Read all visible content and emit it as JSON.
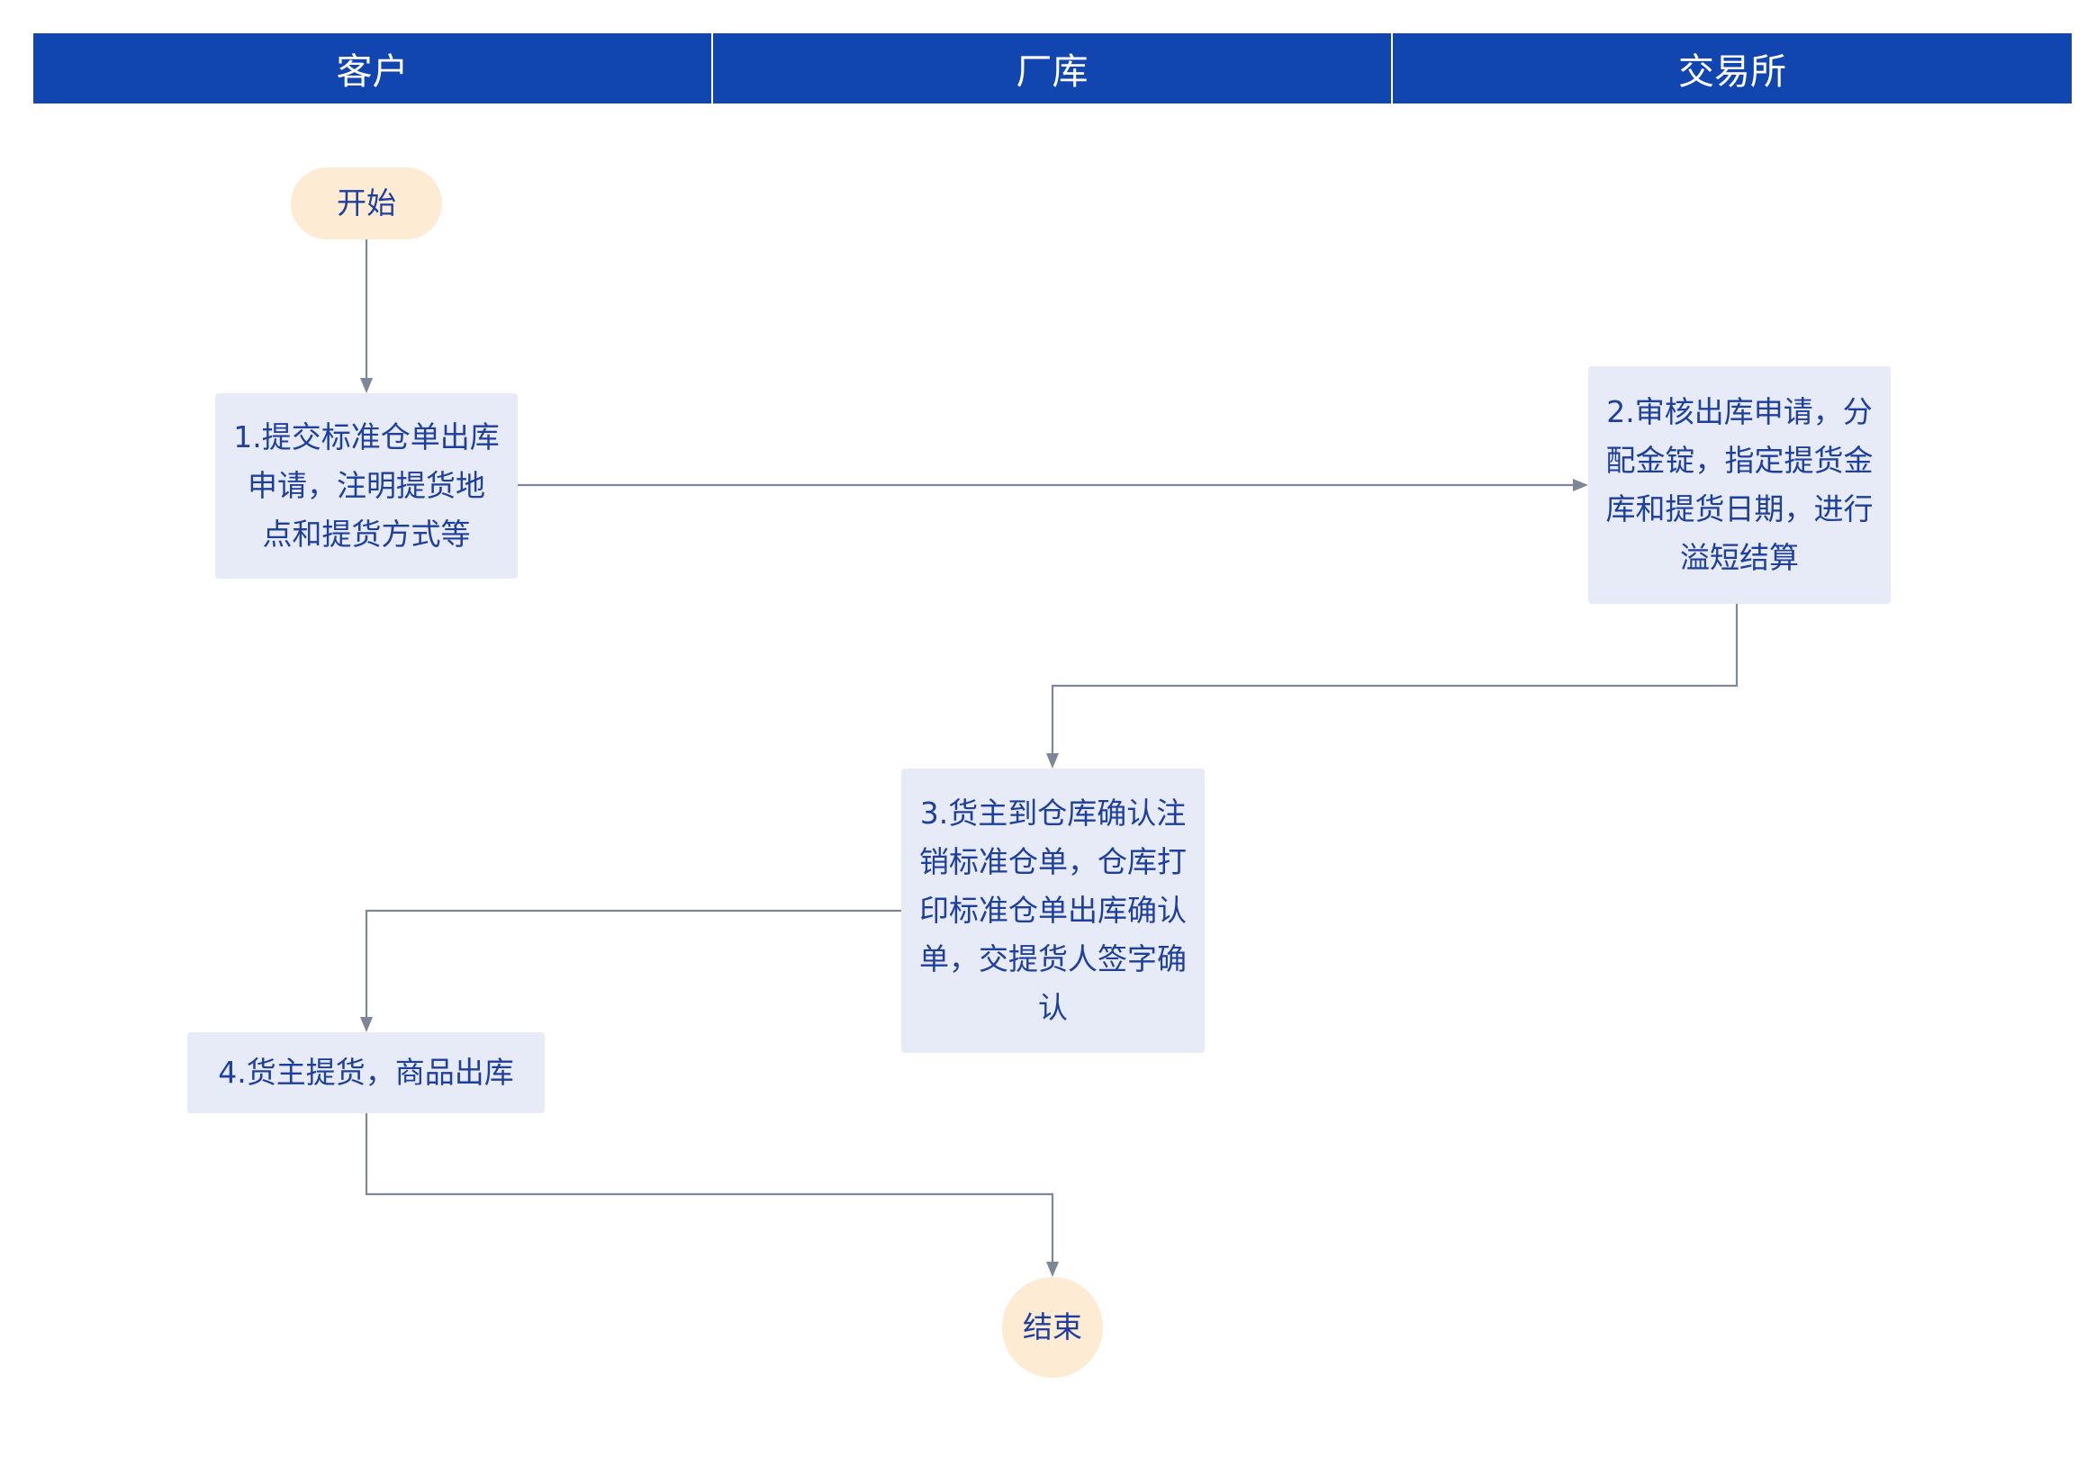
{
  "swimlanes": [
    {
      "label": "客户"
    },
    {
      "label": "厂库"
    },
    {
      "label": "交易所"
    }
  ],
  "nodes": {
    "start": {
      "label": "开始"
    },
    "step1": {
      "label": "1.提交标准仓单出库申请，注明提货地点和提货方式等"
    },
    "step2": {
      "label": "2.审核出库申请，分配金锭，指定提货金库和提货日期，进行溢短结算"
    },
    "step3": {
      "label": "3.货主到仓库确认注销标准仓单，仓库打印标准仓单出库确认单，交提货人签字确认"
    },
    "step4": {
      "label": "4.货主提货，商品出库"
    },
    "end": {
      "label": "结束"
    }
  },
  "colors": {
    "header_bg": "#1145b0",
    "header_text": "#ffffff",
    "process_fill": "#e6ebf7",
    "terminal_fill": "#fdebd3",
    "node_text": "#1f3f9e",
    "connector": "#7d8797"
  }
}
